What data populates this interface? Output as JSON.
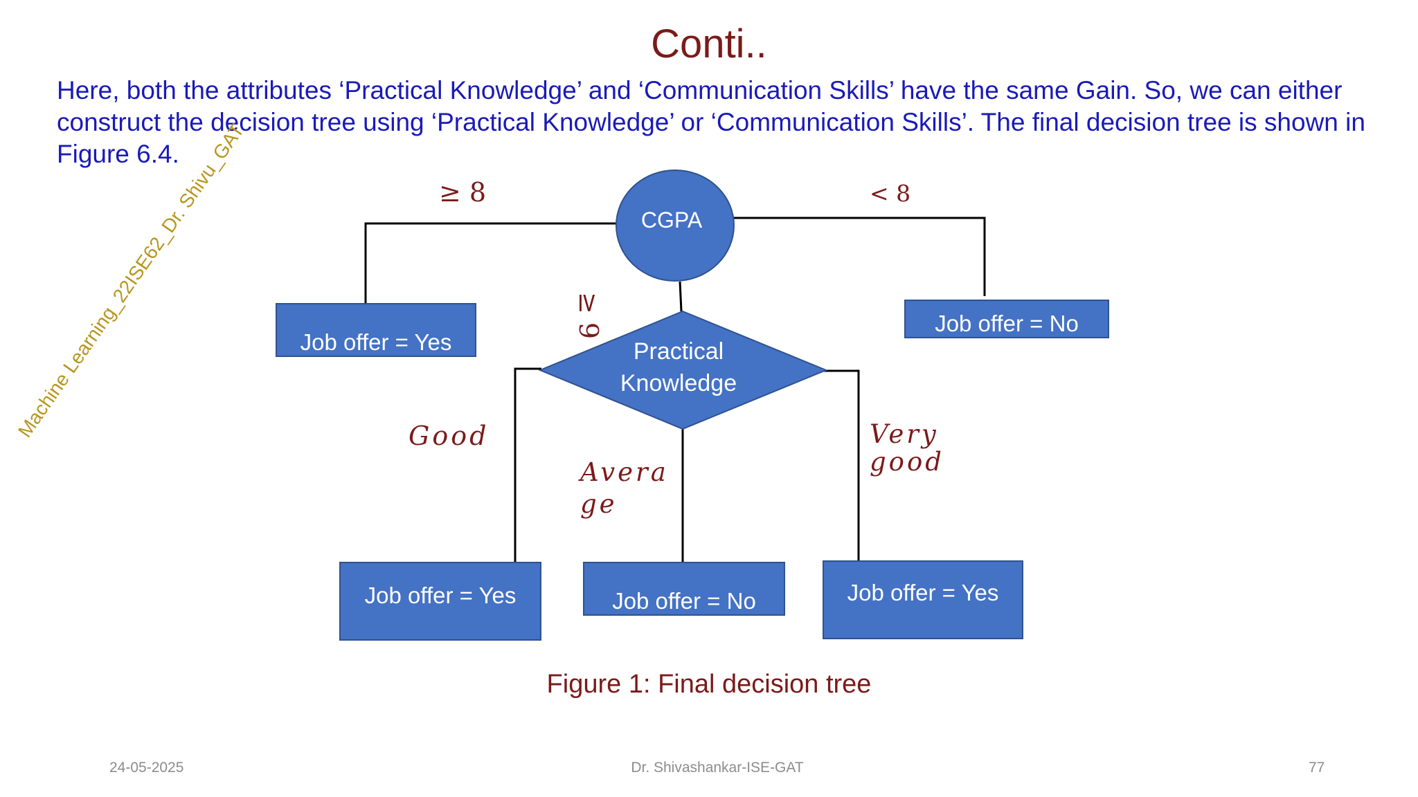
{
  "slide": {
    "title": "Conti..",
    "paragraph": "Here, both the attributes ‘Practical Knowledge’ and ‘Communication Skills’ have the same  Gain. So, we can either construct the decision tree using ‘Practical Knowledge’ or ‘Communication  Skills’. The final decision tree is shown in Figure 6.4.",
    "caption": "Figure 1: Final decision tree",
    "watermark": "Machine Learning_22ISE62_Dr. Shivu_GAT"
  },
  "tree": {
    "root_label": "CGPA",
    "decision_label_line1": "Practical",
    "decision_label_line2": "Knowledge",
    "edge_ge8": "≥ 8",
    "edge_lt8": "< 8",
    "edge_ge9": "≥ 9",
    "edge_good": "Good",
    "edge_average_line1": "Avera",
    "edge_average_line2": "ge",
    "edge_verygood_line1": "Very",
    "edge_verygood_line2": "good",
    "leaf_cgpa_ge8": "Job offer = Yes",
    "leaf_cgpa_lt8": "Job offer = No",
    "leaf_good": "Job offer = Yes",
    "leaf_average": "Job offer = No",
    "leaf_verygood": "Job offer = Yes",
    "node_color": "#4472c4"
  },
  "footer": {
    "date": "24-05-2025",
    "author": "Dr. Shivashankar-ISE-GAT",
    "page": "77"
  }
}
